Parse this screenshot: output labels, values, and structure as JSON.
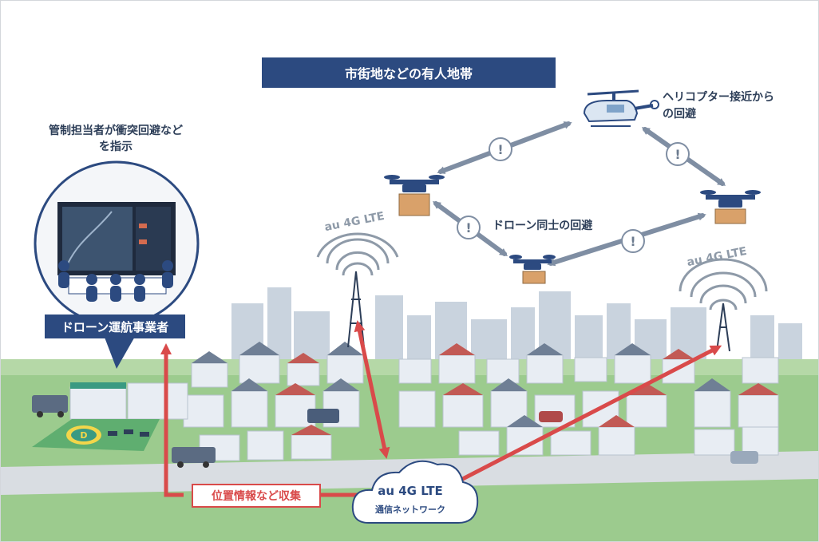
{
  "labels": {
    "area_title": "市街地などの有人地帯",
    "controller_text": "管制担当者が衝突回避などを指示",
    "operator": "ドローン運航事業者",
    "helicopter_avoid": "ヘリコプター接近からの回避",
    "drone_avoid": "ドローン同士の回避",
    "collect": "位置情報など収集",
    "network_title": "au 4G LTE",
    "network_sub": "通信ネットワーク",
    "lte_left": "au 4G LTE",
    "lte_right": "au 4G LTE",
    "warning_symbol": "!"
  },
  "colors": {
    "navy": "#2c4a80",
    "red_arrow": "#d94a4a",
    "gray_arrow": "#7f8ea3",
    "ground": "#9ccb8e",
    "road": "#d9dde2"
  },
  "icons": [
    "drone-icon",
    "helicopter-icon",
    "antenna-tower-icon",
    "cloud-icon",
    "monitor-icon",
    "helipad-icon",
    "truck-icon"
  ]
}
